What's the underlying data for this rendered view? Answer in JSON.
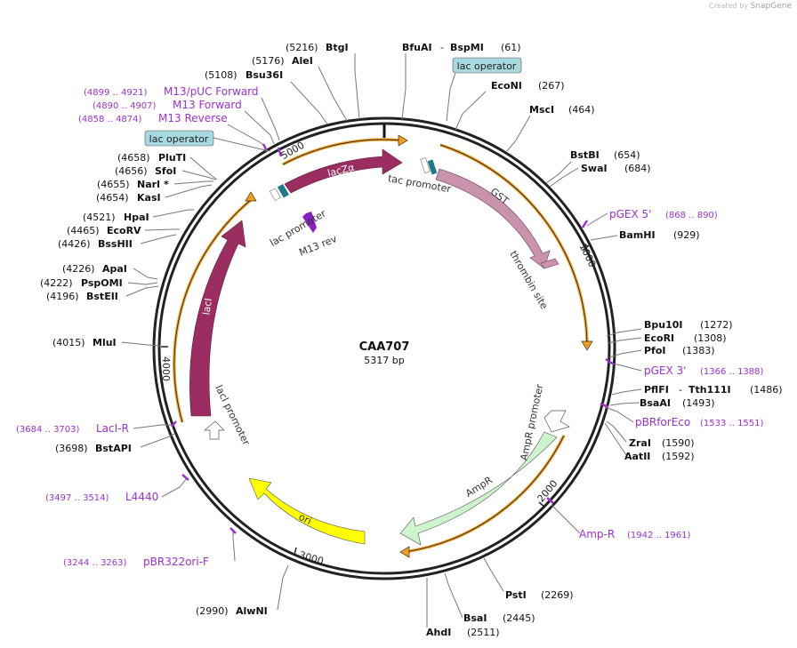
{
  "watermark": {
    "prefix": "Created by",
    "brand": "SnapGene"
  },
  "plasmid": {
    "name": "CAA707",
    "size_label": "5317 bp",
    "length": 5317
  },
  "ticks": [
    {
      "label": "1000"
    },
    {
      "label": "2000"
    },
    {
      "label": "3000"
    },
    {
      "label": "4000"
    },
    {
      "label": "5000"
    }
  ],
  "features": [
    {
      "id": "lacZa",
      "label": "lacZα",
      "color": "#9b2d60"
    },
    {
      "id": "GST",
      "label": "GST",
      "color": "#c992ad"
    },
    {
      "id": "thrombin",
      "label": "thrombin site",
      "color": "#c992ad"
    },
    {
      "id": "AmpR",
      "label": "AmpR",
      "color": "#cdf5cd"
    },
    {
      "id": "ori",
      "label": "ori",
      "color": "#ffff00"
    },
    {
      "id": "lacI",
      "label": "lacI",
      "color": "#9b2d60"
    },
    {
      "id": "M13rev",
      "label": "M13 rev",
      "color": "#8a1fc2"
    },
    {
      "id": "tac_promoter",
      "label": "tac promoter",
      "color": "#1e7b87"
    },
    {
      "id": "lac_promoter",
      "label": "lac promoter",
      "color": "#1e7b87"
    },
    {
      "id": "AmpR_promoter",
      "label": "AmpR promoter",
      "color": "#ffffff"
    },
    {
      "id": "lacI_promoter",
      "label": "lacI promoter",
      "color": "#ffffff"
    }
  ],
  "enzymes": [
    {
      "name": "BtgI",
      "pos": "(5216)"
    },
    {
      "name": "AleI",
      "pos": "(5176)"
    },
    {
      "name": "Bsu36I",
      "pos": "(5108)"
    },
    {
      "name": "BfuAI",
      "name2": "BspMI",
      "pos": "(61)"
    },
    {
      "name": "EcoNI",
      "pos": "(267)"
    },
    {
      "name": "MscI",
      "pos": "(464)"
    },
    {
      "name": "BstBI",
      "pos": "(654)"
    },
    {
      "name": "SwaI",
      "pos": "(684)"
    },
    {
      "name": "BamHI",
      "pos": "(929)"
    },
    {
      "name": "Bpu10I",
      "pos": "(1272)"
    },
    {
      "name": "EcoRI",
      "pos": "(1308)"
    },
    {
      "name": "PfoI",
      "pos": "(1383)"
    },
    {
      "name": "PflFI",
      "name2": "Tth111I",
      "pos": "(1486)"
    },
    {
      "name": "BsaAI",
      "pos": "(1493)"
    },
    {
      "name": "ZraI",
      "pos": "(1590)"
    },
    {
      "name": "AatII",
      "pos": "(1592)"
    },
    {
      "name": "PstI",
      "pos": "(2269)"
    },
    {
      "name": "BsaI",
      "pos": "(2445)"
    },
    {
      "name": "AhdI",
      "pos": "(2511)"
    },
    {
      "name": "AlwNI",
      "pos": "(2990)"
    },
    {
      "name": "BstAPI",
      "pos": "(3698)"
    },
    {
      "name": "MluI",
      "pos": "(4015)"
    },
    {
      "name": "BstEII",
      "pos": "(4196)"
    },
    {
      "name": "PspOMI",
      "pos": "(4222)"
    },
    {
      "name": "ApaI",
      "pos": "(4226)"
    },
    {
      "name": "BssHII",
      "pos": "(4426)"
    },
    {
      "name": "EcoRV",
      "pos": "(4465)"
    },
    {
      "name": "HpaI",
      "pos": "(4521)"
    },
    {
      "name": "KasI",
      "pos": "(4654)"
    },
    {
      "name": "NarI *",
      "pos": "(4655)"
    },
    {
      "name": "SfoI",
      "pos": "(4656)"
    },
    {
      "name": "PluTI",
      "pos": "(4658)"
    }
  ],
  "primers": [
    {
      "name": "M13/pUC Forward",
      "pos": "(4899 .. 4921)"
    },
    {
      "name": "M13 Forward",
      "pos": "(4890 .. 4907)"
    },
    {
      "name": "M13 Reverse",
      "pos": "(4858 .. 4874)"
    },
    {
      "name": "pGEX 5'",
      "pos": "(868 .. 890)"
    },
    {
      "name": "pGEX 3'",
      "pos": "(1366 .. 1388)"
    },
    {
      "name": "pBRforEco",
      "pos": "(1533 .. 1551)"
    },
    {
      "name": "Amp-R",
      "pos": "(1942 .. 1961)"
    },
    {
      "name": "pBR322ori-F",
      "pos": "(3244 .. 3263)"
    },
    {
      "name": "L4440",
      "pos": "(3497 .. 3514)"
    },
    {
      "name": "LacI-R",
      "pos": "(3684 .. 3703)"
    }
  ],
  "boxes": [
    {
      "label": "lac operator"
    },
    {
      "label": "lac operator"
    }
  ],
  "colors": {
    "primer": "#9b30d0",
    "orf_stroke": "#f0a020",
    "box_fill": "#a8d8e0"
  }
}
